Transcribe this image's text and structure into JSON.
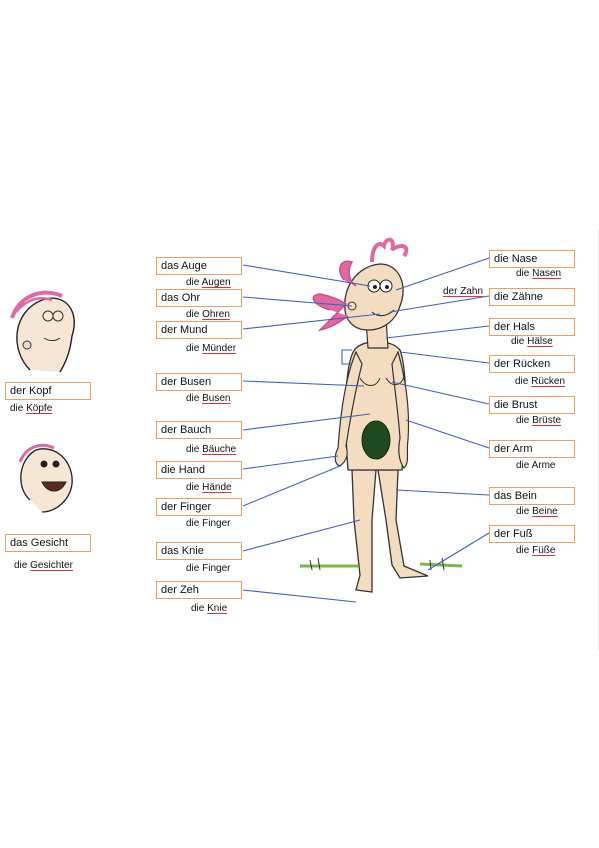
{
  "labels": {
    "kopf": {
      "singular": "der Kopf",
      "article": "die",
      "plural": "Köpfe"
    },
    "gesicht": {
      "singular": "das Gesicht",
      "article": "die",
      "plural": "Gesichter"
    },
    "auge": {
      "singular": "das Auge",
      "article": "die",
      "plural": "Augen"
    },
    "ohr": {
      "singular": "das Ohr",
      "article": "die",
      "plural": "Ohren"
    },
    "mund": {
      "singular": "der Mund",
      "article": "die",
      "plural": "Münder"
    },
    "busen": {
      "singular": "der Busen",
      "article": "die",
      "plural": "Busen"
    },
    "bauch": {
      "singular": "der Bauch",
      "article": "die",
      "plural": "Bäuche"
    },
    "hand": {
      "singular": "die Hand",
      "article": "die",
      "plural": "Hände"
    },
    "finger": {
      "singular": "der Finger",
      "article": "die",
      "plural": "Finger"
    },
    "knie": {
      "singular": "das Knie",
      "article": "die",
      "plural": "Finger"
    },
    "zeh": {
      "singular": "der Zeh",
      "article": "die",
      "plural": "Knie"
    },
    "nase": {
      "singular": "die Nase",
      "article": "die",
      "plural": "Nasen"
    },
    "zahn": {
      "label": "der Zahn"
    },
    "zaehne": {
      "singular": "die Zähne"
    },
    "hals": {
      "singular": "der Hals",
      "article": "die",
      "plural": "Hälse"
    },
    "ruecken": {
      "singular": "der Rücken",
      "article": "die",
      "plural": "Rücken"
    },
    "brust": {
      "singular": "die Brust",
      "article": "die",
      "plural": "Brüste"
    },
    "arm": {
      "singular": "der Arm",
      "article": "die",
      "plural": "Arme"
    },
    "bein": {
      "singular": "das Bein",
      "article": "die",
      "plural": "Beine"
    },
    "fuss": {
      "singular": "der Fuß",
      "article": "die",
      "plural": "Füße"
    }
  },
  "colors": {
    "box_border": "#e8a060",
    "leader_line": "#3b5fc0",
    "underline": "#d33333",
    "hair": "#e06aa0",
    "skin": "#f3dcc0",
    "fig_leaf": "#1f4a1f",
    "grass": "#7ab648"
  }
}
